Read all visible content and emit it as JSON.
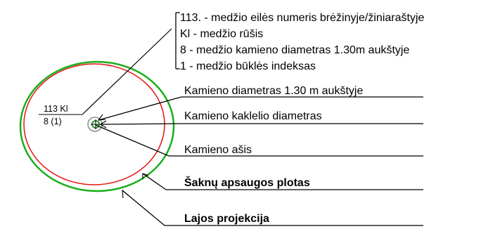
{
  "legend": {
    "items": [
      "113. - medžio eilės numeris brėžinyje/žiniaraštyje",
      "Kl - medžio rūšis",
      "8 - medžio kamieno diametras 1.30m aukštyje",
      "1 - medžio būklės indeksas"
    ]
  },
  "tree_label": {
    "top": "113 Kl",
    "bottom": "8 (1)"
  },
  "callouts": {
    "trunk_diameter": "Kamieno diametras 1.30 m aukštyje",
    "neck_diameter": "Kamieno kaklelio diametras",
    "trunk_axis": "Kamieno ašis",
    "root_protection": "Šaknų apsaugos plotas",
    "crown_projection": "Lajos projekcija"
  },
  "colors": {
    "crown_outline": "#1aae1a",
    "root_outline": "#e31414",
    "trunk_circle": "#8a8a8a",
    "trunk_neck": "#2a9a2a",
    "lines": "#000000"
  }
}
